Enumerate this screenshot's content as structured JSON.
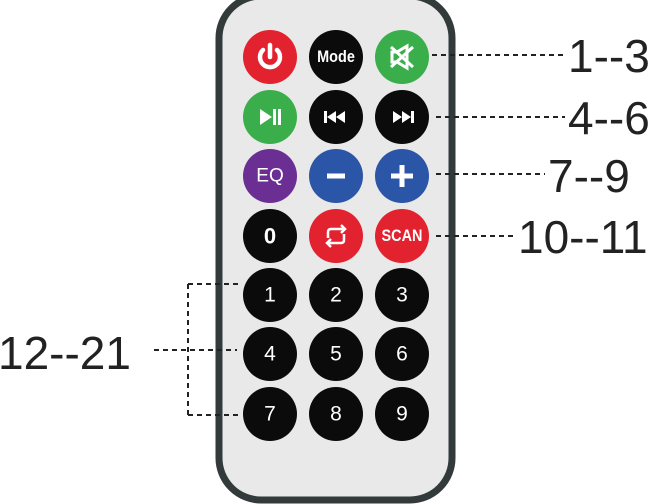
{
  "remote": {
    "body_color": "#e9e9e9",
    "border_color": "#333a3a",
    "buttons": [
      {
        "id": "power",
        "icon": "power-icon",
        "color": "#e3222f"
      },
      {
        "id": "mode",
        "text": "Mode",
        "color": "#0b0b0b"
      },
      {
        "id": "mute",
        "icon": "mute-icon",
        "color": "#3aae4a"
      },
      {
        "id": "play-pause",
        "icon": "play-pause-icon",
        "color": "#3aae4a"
      },
      {
        "id": "previous",
        "icon": "previous-icon",
        "color": "#0b0b0b"
      },
      {
        "id": "next",
        "icon": "next-icon",
        "color": "#0b0b0b"
      },
      {
        "id": "eq",
        "text": "EQ",
        "color": "#6b2f93"
      },
      {
        "id": "volume-down",
        "icon": "minus-icon",
        "color": "#2b55a6"
      },
      {
        "id": "volume-up",
        "icon": "plus-icon",
        "color": "#2b55a6"
      },
      {
        "id": "zero",
        "text": "0",
        "color": "#0b0b0b"
      },
      {
        "id": "repeat",
        "icon": "repeat-icon",
        "color": "#e3222f"
      },
      {
        "id": "scan",
        "text": "SCAN",
        "color": "#e3222f"
      },
      {
        "id": "one",
        "text": "1",
        "color": "#0b0b0b"
      },
      {
        "id": "two",
        "text": "2",
        "color": "#0b0b0b"
      },
      {
        "id": "three",
        "text": "3",
        "color": "#0b0b0b"
      },
      {
        "id": "four",
        "text": "4",
        "color": "#0b0b0b"
      },
      {
        "id": "five",
        "text": "5",
        "color": "#0b0b0b"
      },
      {
        "id": "six",
        "text": "6",
        "color": "#0b0b0b"
      },
      {
        "id": "seven",
        "text": "7",
        "color": "#0b0b0b"
      },
      {
        "id": "eight",
        "text": "8",
        "color": "#0b0b0b"
      },
      {
        "id": "nine",
        "text": "9",
        "color": "#0b0b0b"
      }
    ]
  },
  "callouts": {
    "row1": "1--3",
    "row2": "4--6",
    "row3": "7--9",
    "row4": "10--11",
    "numpad": "12--21"
  }
}
